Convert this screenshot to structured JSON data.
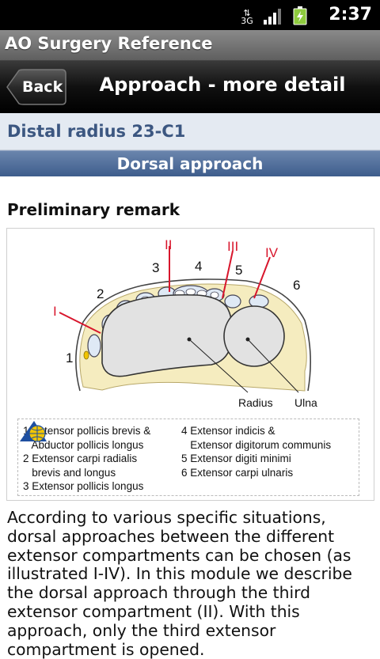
{
  "status_bar": {
    "time": "2:37",
    "network_label": "3G",
    "icons": [
      "data-arrows-icon",
      "signal-icon",
      "battery-icon"
    ]
  },
  "app_bar": {
    "title": "AO Surgery Reference"
  },
  "nav_bar": {
    "back_label": "Back",
    "title": "Approach - more detail"
  },
  "section": {
    "title": "Distal radius 23-C1"
  },
  "subheader": {
    "title": "Dorsal approach"
  },
  "content": {
    "heading": "Preliminary remark",
    "paragraph": "According to various specific situations, dorsal approaches between the different extensor compartments can be chosen (as illustrated I-IV). In this module we describe the dorsal approach through the third extensor compartment (II). With this approach, only the third extensor compartment is opened."
  },
  "figure": {
    "roman_labels": [
      "I",
      "II",
      "III",
      "IV"
    ],
    "number_labels": [
      "1",
      "2",
      "3",
      "4",
      "5",
      "6"
    ],
    "bone_labels": {
      "radius": "Radius",
      "ulna": "Ulna"
    },
    "legend_left": [
      "1 Extensor pollicis brevis &",
      "   Abductor pollicis longus",
      "2 Extensor carpi radialis",
      "   brevis and longus",
      "3 Extensor pollicis longus"
    ],
    "legend_right": [
      "4 Extensor indicis &",
      "   Extensor digitorum communis",
      "5 Extensor digiti minimi",
      "6 Extensor carpi ulnaris"
    ],
    "colors": {
      "bone_fill": "#e2e2e2",
      "sheath_fill": "#dfe9f5",
      "skin_fill": "#f5ecbf",
      "approach_line": "#d8162c",
      "logo_blue": "#1e4fa0",
      "logo_yellow": "#f2c500"
    }
  }
}
